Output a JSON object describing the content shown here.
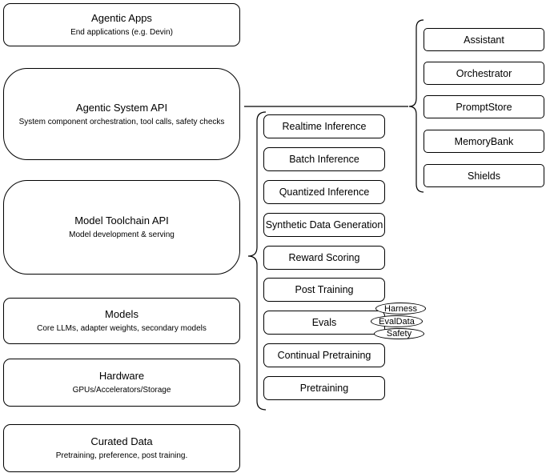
{
  "canvas": {
    "background": "#ffffff",
    "stroke_color": "#000000",
    "text_color": "#000000"
  },
  "left_stack": [
    {
      "title": "Agentic Apps",
      "subtitle": "End applications (e.g. Devin)"
    },
    {
      "title": "Agentic System API",
      "subtitle": "System component orchestration, tool calls, safety checks"
    },
    {
      "title": "Model Toolchain API",
      "subtitle": "Model development & serving"
    },
    {
      "title": "Models",
      "subtitle": "Core LLMs, adapter weights, secondary models"
    },
    {
      "title": "Hardware",
      "subtitle": "GPUs/Accelerators/Storage"
    },
    {
      "title": "Curated Data",
      "subtitle": "Pretraining, preference, post training."
    }
  ],
  "model_toolchain": {
    "items": [
      "Realtime Inference",
      "Batch Inference",
      "Quantized Inference",
      "Synthetic Data Generation",
      "Reward Scoring",
      "Post Training",
      "Evals",
      "Continual Pretraining",
      "Pretraining"
    ],
    "eval_tags": [
      "Harness",
      "EvalData",
      "Safety"
    ]
  },
  "agentic_system": {
    "items": [
      "Assistant",
      "Orchestrator",
      "PromptStore",
      "MemoryBank",
      "Shields"
    ]
  }
}
